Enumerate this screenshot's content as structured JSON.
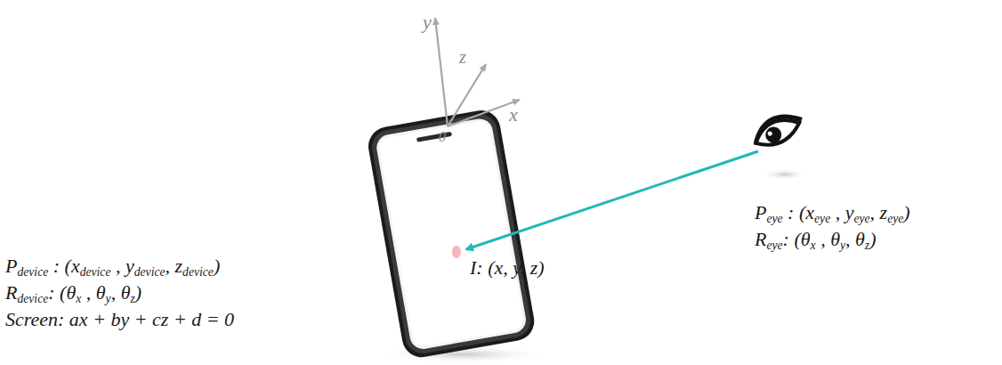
{
  "diagram": {
    "labels": [
      "y",
      "z",
      "x",
      "0",
      "P",
      "eye",
      " : (x",
      "eye",
      " , y",
      "eye",
      ", z",
      "eye",
      ")",
      "R",
      "eye",
      ": (θ",
      "x",
      " , θ",
      "y",
      ", θ",
      "z",
      ")",
      "I: (x, y, z)",
      "P",
      "device",
      " : (x",
      "device",
      " , y",
      "device",
      ", z",
      "device",
      ")",
      "R",
      "device",
      ": (θ",
      "x",
      " , θ",
      "y",
      ", θ",
      "z",
      ")",
      "Screen: ax + by + cz + d = 0"
    ]
  }
}
